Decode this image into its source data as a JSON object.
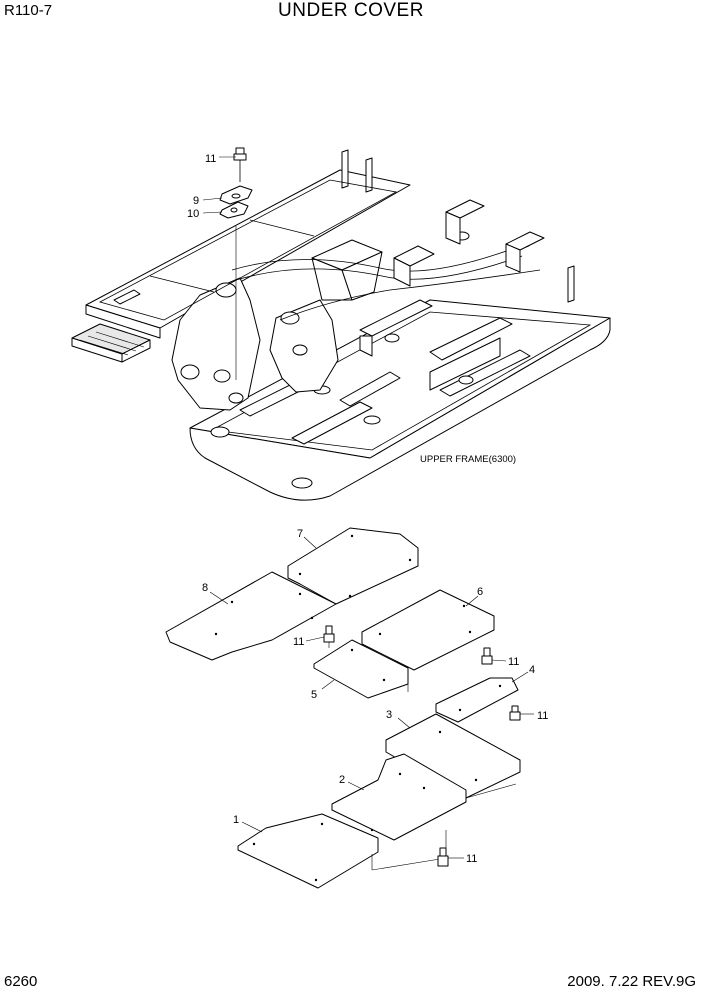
{
  "header": {
    "model": "R110-7",
    "title": "UNDER COVER"
  },
  "footer": {
    "page": "6260",
    "date_rev": "2009. 7.22  REV.9G"
  },
  "callouts": {
    "upper_frame": "UPPER FRAME(6300)"
  },
  "part_labels": {
    "p1": "1",
    "p2": "2",
    "p3": "3",
    "p4": "4",
    "p5": "5",
    "p6": "6",
    "p7": "7",
    "p8": "8",
    "p9": "9",
    "p10": "10",
    "p11a": "11",
    "p11b": "11",
    "p11c": "11",
    "p11d": "11",
    "p11e": "11"
  }
}
